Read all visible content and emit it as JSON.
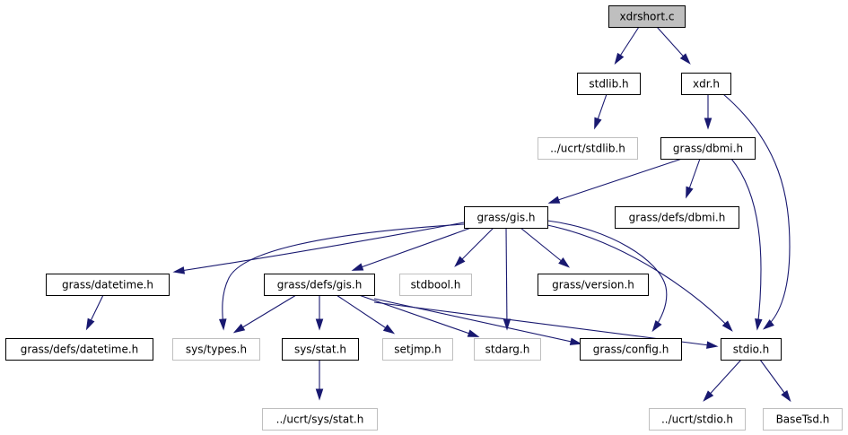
{
  "colors": {
    "edge": "#191970",
    "node_border": "#000000",
    "missing_border": "#bfbfbf",
    "root_fill": "#bfbfbf",
    "node_fill": "#ffffff",
    "text": "#000000"
  },
  "nodes": [
    {
      "id": "xdrshort_c",
      "label": "xdrshort.c",
      "kind": "root"
    },
    {
      "id": "stdlib_h",
      "label": "stdlib.h",
      "kind": "normal"
    },
    {
      "id": "xdr_h",
      "label": "xdr.h",
      "kind": "normal"
    },
    {
      "id": "ucrt_stdlib_h",
      "label": "../ucrt/stdlib.h",
      "kind": "missing"
    },
    {
      "id": "grass_dbmi_h",
      "label": "grass/dbmi.h",
      "kind": "normal"
    },
    {
      "id": "grass_gis_h",
      "label": "grass/gis.h",
      "kind": "normal"
    },
    {
      "id": "grass_defs_dbmi_h",
      "label": "grass/defs/dbmi.h",
      "kind": "normal"
    },
    {
      "id": "grass_datetime_h",
      "label": "grass/datetime.h",
      "kind": "normal"
    },
    {
      "id": "grass_defs_gis_h",
      "label": "grass/defs/gis.h",
      "kind": "normal"
    },
    {
      "id": "stdbool_h",
      "label": "stdbool.h",
      "kind": "missing"
    },
    {
      "id": "grass_version_h",
      "label": "grass/version.h",
      "kind": "normal"
    },
    {
      "id": "grass_defs_datetime_h",
      "label": "grass/defs/datetime.h",
      "kind": "normal"
    },
    {
      "id": "sys_types_h",
      "label": "sys/types.h",
      "kind": "missing"
    },
    {
      "id": "sys_stat_h",
      "label": "sys/stat.h",
      "kind": "normal"
    },
    {
      "id": "setjmp_h",
      "label": "setjmp.h",
      "kind": "missing"
    },
    {
      "id": "stdarg_h",
      "label": "stdarg.h",
      "kind": "missing"
    },
    {
      "id": "grass_config_h",
      "label": "grass/config.h",
      "kind": "normal"
    },
    {
      "id": "stdio_h",
      "label": "stdio.h",
      "kind": "normal"
    },
    {
      "id": "ucrt_sys_stat_h",
      "label": "../ucrt/sys/stat.h",
      "kind": "missing"
    },
    {
      "id": "ucrt_stdio_h",
      "label": "../ucrt/stdio.h",
      "kind": "missing"
    },
    {
      "id": "basetsd_h",
      "label": "BaseTsd.h",
      "kind": "missing"
    }
  ],
  "edges": [
    {
      "from": "xdrshort_c",
      "to": "stdlib_h"
    },
    {
      "from": "xdrshort_c",
      "to": "xdr_h"
    },
    {
      "from": "stdlib_h",
      "to": "ucrt_stdlib_h"
    },
    {
      "from": "xdr_h",
      "to": "grass_dbmi_h"
    },
    {
      "from": "xdr_h",
      "to": "stdio_h"
    },
    {
      "from": "grass_dbmi_h",
      "to": "grass_gis_h"
    },
    {
      "from": "grass_dbmi_h",
      "to": "grass_defs_dbmi_h"
    },
    {
      "from": "grass_dbmi_h",
      "to": "stdio_h"
    },
    {
      "from": "grass_gis_h",
      "to": "grass_datetime_h"
    },
    {
      "from": "grass_gis_h",
      "to": "grass_defs_gis_h"
    },
    {
      "from": "grass_gis_h",
      "to": "stdbool_h"
    },
    {
      "from": "grass_gis_h",
      "to": "grass_version_h"
    },
    {
      "from": "grass_gis_h",
      "to": "sys_types_h"
    },
    {
      "from": "grass_gis_h",
      "to": "stdarg_h"
    },
    {
      "from": "grass_gis_h",
      "to": "grass_config_h"
    },
    {
      "from": "grass_gis_h",
      "to": "stdio_h"
    },
    {
      "from": "grass_datetime_h",
      "to": "grass_defs_datetime_h"
    },
    {
      "from": "grass_defs_gis_h",
      "to": "sys_types_h"
    },
    {
      "from": "grass_defs_gis_h",
      "to": "sys_stat_h"
    },
    {
      "from": "grass_defs_gis_h",
      "to": "setjmp_h"
    },
    {
      "from": "grass_defs_gis_h",
      "to": "stdarg_h"
    },
    {
      "from": "grass_defs_gis_h",
      "to": "grass_config_h"
    },
    {
      "from": "grass_defs_gis_h",
      "to": "stdio_h"
    },
    {
      "from": "sys_stat_h",
      "to": "ucrt_sys_stat_h"
    },
    {
      "from": "stdio_h",
      "to": "ucrt_stdio_h"
    },
    {
      "from": "stdio_h",
      "to": "basetsd_h"
    }
  ]
}
